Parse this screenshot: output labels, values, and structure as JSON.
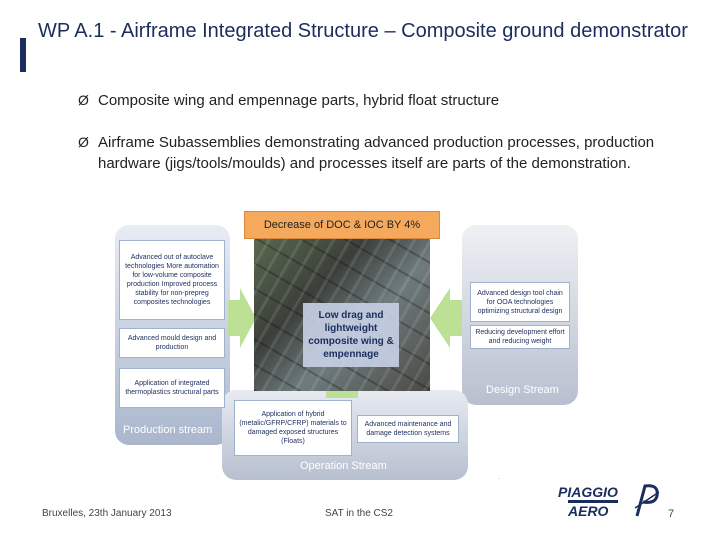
{
  "slide": {
    "title": "WP A.1 - Airframe Integrated Structure – Composite ground demonstrator",
    "bullets": [
      "Composite wing and empennage parts, hybrid float structure",
      "Airframe Subassemblies demonstrating advanced production processes, production hardware (jigs/tools/moulds) and processes itself are parts of the demonstration."
    ],
    "bullet_marker": "Ø"
  },
  "diagram": {
    "badge": "Decrease of DOC & IOC BY 4%",
    "center_label": "Low drag and lightweight composite wing & empennage",
    "production": {
      "label": "Production stream",
      "boxes": [
        "Advanced out of autoclave technologies More automation for low-volume composite production Improved process stability for non-prepreg composites technologies",
        "Advanced mould design and production",
        "Application of integrated thermoplastics structural parts"
      ]
    },
    "design": {
      "label": "Design Stream",
      "boxes": [
        "Advanced design tool chain for OOA technologies optimizing structural design",
        "Reducing development effort and reducing weight"
      ]
    },
    "operation": {
      "label": "Operation Stream",
      "boxes": [
        "Application of hybrid (metalic/GFRP/CFRP) materials to damaged exposed structures (Floats)",
        "Advanced maintenance and damage detection systems"
      ]
    },
    "arrow_color": "#b9df8e"
  },
  "footer": {
    "left": "Bruxelles, 23th January 2013",
    "center": "SAT in the CS2",
    "page": "7"
  },
  "logo": {
    "line1": "PIAGGIO",
    "line2": "AERO"
  },
  "colors": {
    "title": "#1b2d5c",
    "badge": "#f4a95c",
    "arrows": "#b9df8e"
  }
}
